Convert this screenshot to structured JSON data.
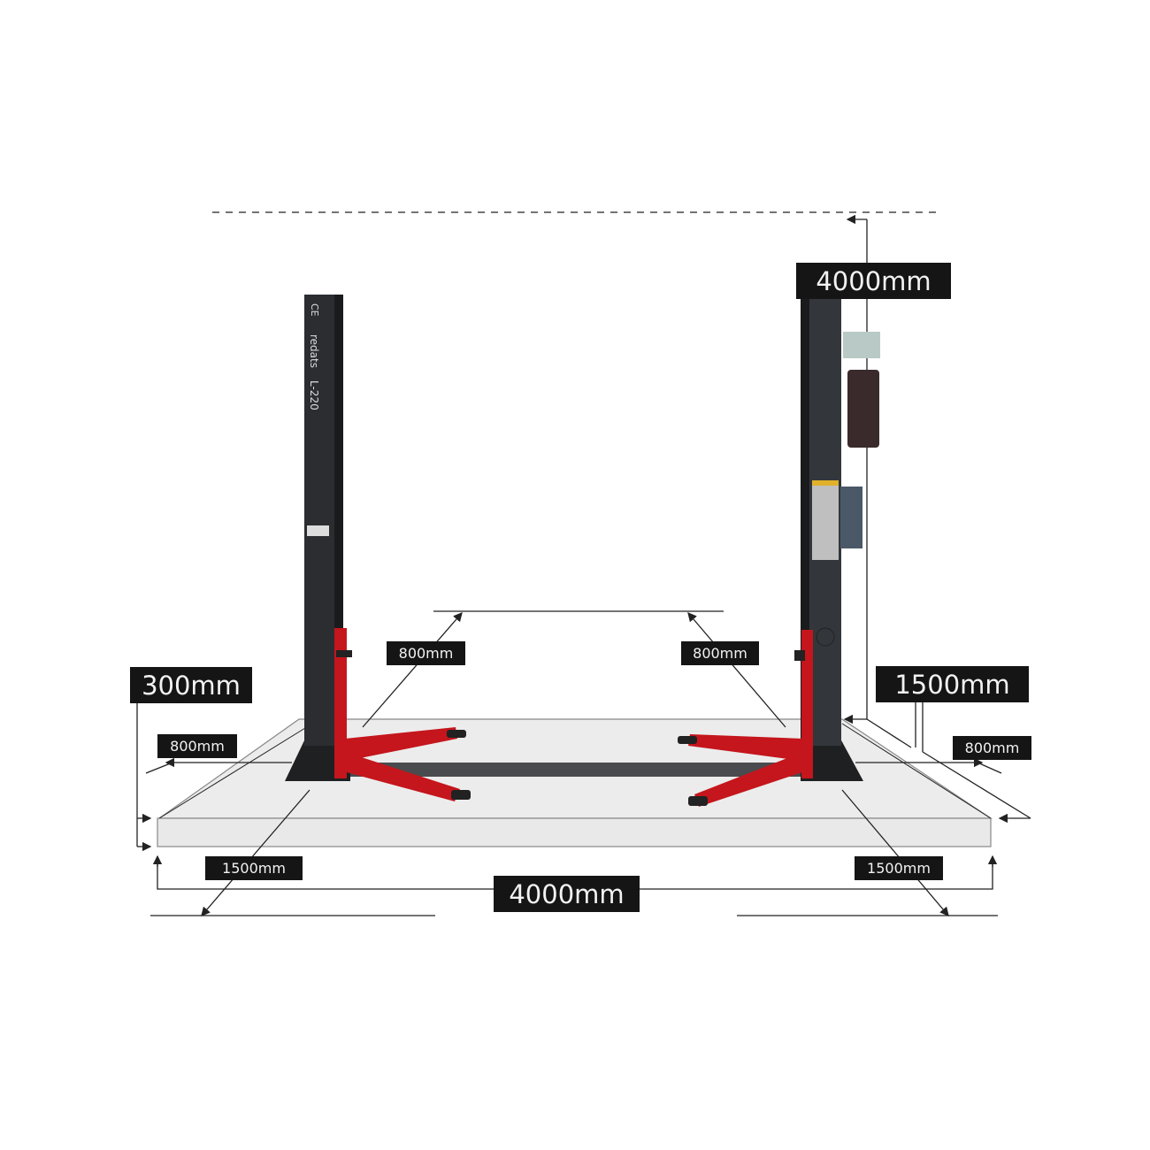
{
  "dimensions": {
    "overall_height": "4000mm",
    "overall_width": "4000mm",
    "slab_thickness": "300mm",
    "side_clearance": "1500mm",
    "arm_reach_left": "800mm",
    "arm_reach_right": "800mm",
    "slab_side_left": "800mm",
    "slab_side_right": "800mm",
    "slab_depth_left": "1500mm",
    "slab_depth_right": "1500mm"
  },
  "post_branding": {
    "ce_mark": "CE",
    "brand": "redats",
    "model": "L-220"
  },
  "colors": {
    "post": "#2b2d31",
    "carriage": "#c4161c",
    "slab": "#ebebeb",
    "label_bg": "#151515"
  }
}
